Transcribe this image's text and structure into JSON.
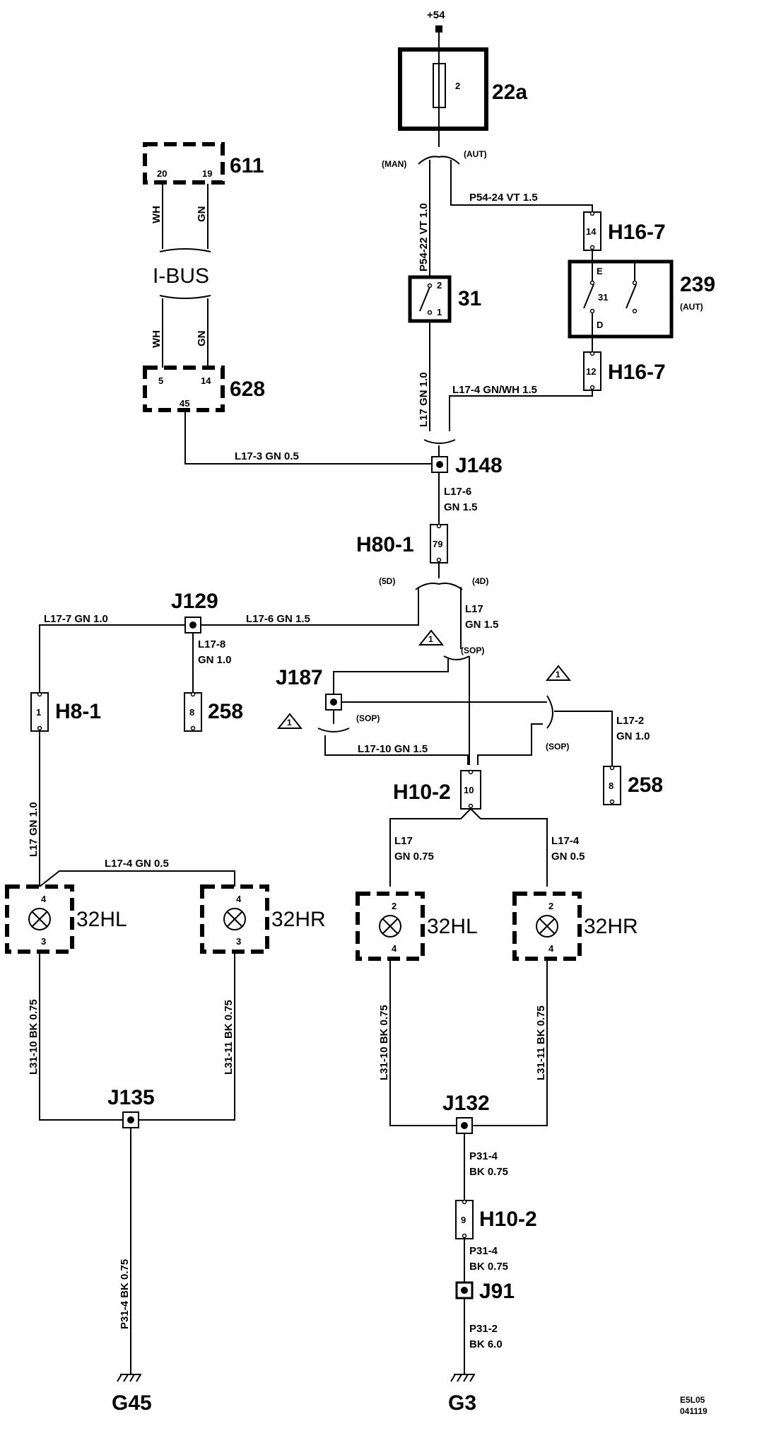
{
  "supply": {
    "label": "+54"
  },
  "fuse": {
    "id": "22a",
    "pin": "2"
  },
  "variants": {
    "man": "(MAN)",
    "aut": "(AUT)",
    "five_door": "(5D)",
    "four_door": "(4D)",
    "sop_1": "(SOP)",
    "sop_2": "(SOP)",
    "sop_3": "(SOP)",
    "aut_239": "(AUT)"
  },
  "modules": {
    "m611": {
      "id": "611",
      "pin_a": "20",
      "pin_b": "19"
    },
    "m628": {
      "id": "628",
      "pin_a": "5",
      "pin_b": "14",
      "pin_c": "45"
    },
    "ibus": {
      "label": "I-BUS",
      "wh_top": "WH",
      "gn_top": "GN",
      "wh_bot": "WH",
      "gn_bot": "GN"
    }
  },
  "switches": {
    "s31": {
      "id": "31",
      "pin_top": "2",
      "pin_bot": "1"
    },
    "s239": {
      "id": "239",
      "pin_e": "E",
      "pin_31": "31",
      "pin_d": "D"
    }
  },
  "connectors": {
    "h16_7_top": {
      "id": "H16-7",
      "pin": "14"
    },
    "h16_7_bot": {
      "id": "H16-7",
      "pin": "12"
    },
    "h80_1": {
      "id": "H80-1",
      "pin": "79"
    },
    "h8_1": {
      "id": "H8-1",
      "pin": "1"
    },
    "c258_left": {
      "id": "258",
      "pin": "8"
    },
    "c258_right": {
      "id": "258",
      "pin": "8"
    },
    "h10_2_top": {
      "id": "H10-2",
      "pin": "10"
    },
    "h10_2_bot": {
      "id": "H10-2",
      "pin": "9"
    }
  },
  "splices": {
    "j148": "J148",
    "j129": "J129",
    "j187": "J187",
    "j135": "J135",
    "j132": "J132",
    "j91": "J91"
  },
  "lamps": {
    "l_hl": {
      "id": "32HL",
      "pin_top": "4",
      "pin_bot": "3"
    },
    "l_hr": {
      "id": "32HR",
      "pin_top": "4",
      "pin_bot": "3"
    },
    "r_hl": {
      "id": "32HL",
      "pin_top": "2",
      "pin_bot": "4"
    },
    "r_hr": {
      "id": "32HR",
      "pin_top": "2",
      "pin_bot": "4"
    }
  },
  "grounds": {
    "g45": "G45",
    "g3": "G3"
  },
  "wires": {
    "p54_22": "P54-22  VT  1.0",
    "p54_24": "P54-24  VT    1.5",
    "l17_s31": "L17  GN  1.0",
    "l17_4_top": "L17-4  GN/WH  1.5",
    "l17_3": "L17-3  GN   0.5",
    "l17_6_a": "L17-6",
    "l17_6_b": "GN  1.5",
    "l17_7": "L17-7  GN  1.0",
    "l17_6_c": "L17-6  GN  1.5",
    "l17_8_a": "L17-8",
    "l17_8_b": "GN  1.0",
    "l17_4d_a": "L17",
    "l17_4d_b": "GN  1.5",
    "l17_10": "L17-10  GN  1.5",
    "l17_2_a": "L17-2",
    "l17_2_b": "GN  1.0",
    "l17_left": "L17  GN  1.0",
    "l17_4_left": "L17-4  GN  0.5",
    "l17_mid_a": "L17",
    "l17_mid_b": "GN  0.75",
    "l17_4_mid_a": "L17-4",
    "l17_4_mid_b": "GN  0.5",
    "l31_10_left": "L31-10  BK  0.75",
    "l31_11_left": "L31-11  BK  0.75",
    "l31_10_right": "L31-10  BK  0.75",
    "l31_11_right": "L31-11  BK  0.75",
    "p31_4_left": "P31-4  BK  0.75",
    "p31_4_a1": "P31-4",
    "p31_4_b1": "BK 0.75",
    "p31_4_a2": "P31-4",
    "p31_4_b2": "BK 0.75",
    "p31_2_a": "P31-2",
    "p31_2_b": "BK 6.0"
  },
  "notes": {
    "n1": "1",
    "n2": "1",
    "n3": "1"
  },
  "footer": {
    "code": "E5L05",
    "date": "041119"
  }
}
